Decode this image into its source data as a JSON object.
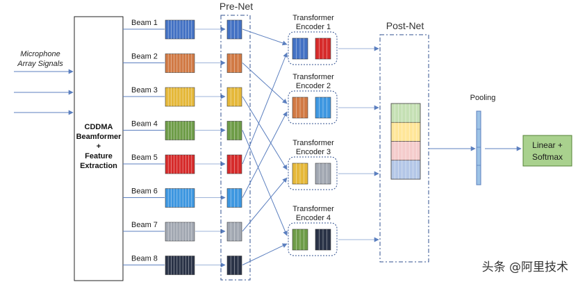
{
  "input": {
    "signal_label_line1": "Microphone",
    "signal_label_line2": "Array Signals"
  },
  "beamformer": {
    "line1": "CDDMA",
    "line2": "Beamformer",
    "line3": "+",
    "line4": "Feature",
    "line5": "Extraction"
  },
  "beams": [
    {
      "label": "Beam 1",
      "color": "#4472C4"
    },
    {
      "label": "Beam 2",
      "color": "#D17A45"
    },
    {
      "label": "Beam 3",
      "color": "#E5B83A"
    },
    {
      "label": "Beam 4",
      "color": "#6E9C48"
    },
    {
      "label": "Beam 5",
      "color": "#D62B2B"
    },
    {
      "label": "Beam 6",
      "color": "#3E97E0"
    },
    {
      "label": "Beam 7",
      "color": "#A2A8B2"
    },
    {
      "label": "Beam 8",
      "color": "#2A3347"
    }
  ],
  "prenet": {
    "title": "Pre-Net"
  },
  "encoders": [
    {
      "line1": "Transformer",
      "line2": "Encoder 1"
    },
    {
      "line1": "Transformer",
      "line2": "Encoder 2"
    },
    {
      "line1": "Transformer",
      "line2": "Encoder 3"
    },
    {
      "line1": "Transformer",
      "line2": "Encoder 4"
    }
  ],
  "postnet": {
    "title": "Post-Net"
  },
  "pooling": {
    "label": "Pooling"
  },
  "output": {
    "line1": "Linear +",
    "line2": "Softmax"
  },
  "watermark": "头条 @阿里技术",
  "colors": {
    "arrow": "#5B7FBF",
    "dashed_border": "#2F4F8F",
    "output_fill": "#A9D18E",
    "pool_fill": "#9DC3E6"
  }
}
